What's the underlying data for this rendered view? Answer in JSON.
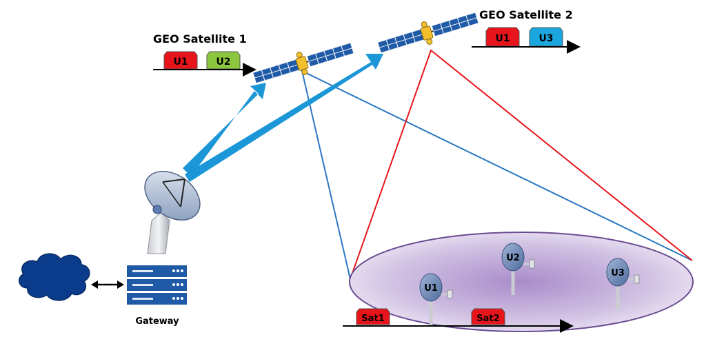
{
  "satellite_1": {
    "title": "GEO Satellite 1",
    "slots": [
      {
        "label": "U1",
        "color": "#e8141b"
      },
      {
        "label": "U2",
        "color": "#8cc63f"
      }
    ]
  },
  "satellite_2": {
    "title": "GEO Satellite 2",
    "slots": [
      {
        "label": "U1",
        "color": "#e8141b"
      },
      {
        "label": "U3",
        "color": "#1ba6e0"
      }
    ]
  },
  "gateway": {
    "label": "Gateway"
  },
  "coverage": {
    "users": [
      "U1",
      "U2",
      "U3"
    ],
    "slots": [
      {
        "label": "Sat1",
        "color": "#e8141b"
      },
      {
        "label": "Sat2",
        "color": "#e8141b"
      }
    ]
  },
  "colors": {
    "uplink_arrow": "#1b96d6",
    "beam_sat1": "#2a77c2",
    "beam_sat2": "#e8141b",
    "cloud": "#0b3c8c",
    "coverage_fill": "#c5b3dc",
    "panel": "#1f5aa6"
  }
}
